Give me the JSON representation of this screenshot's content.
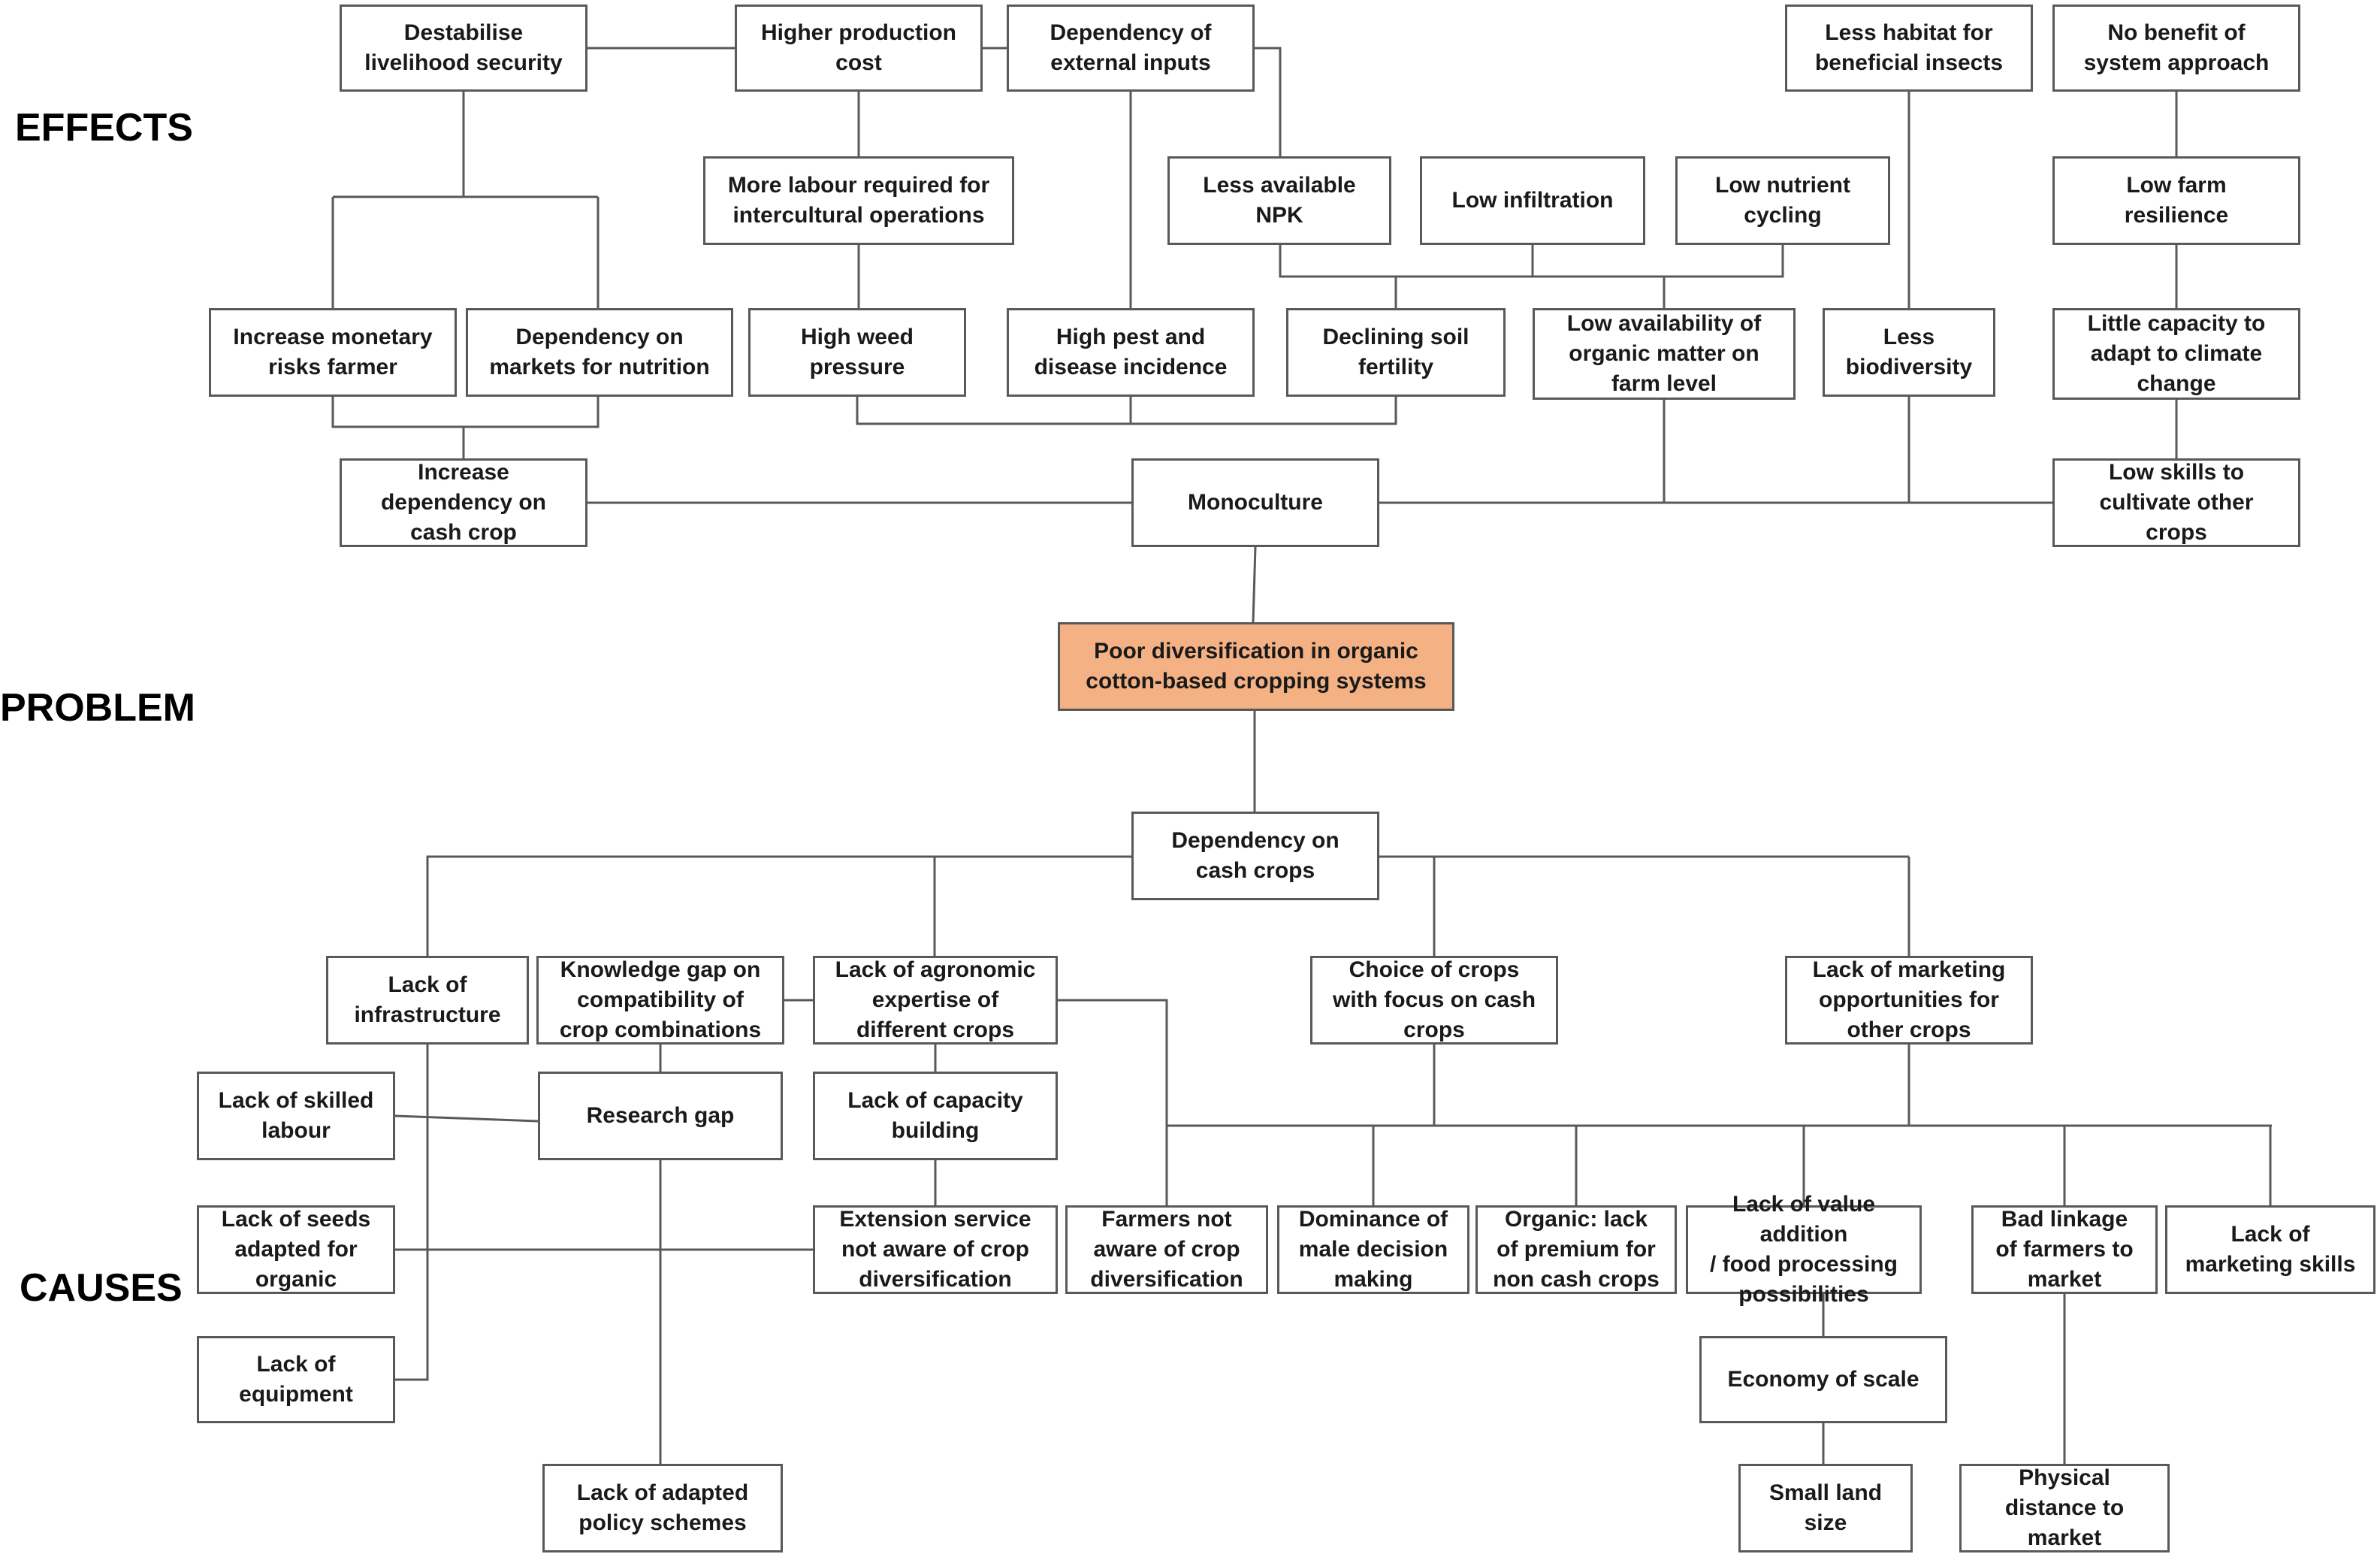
{
  "sections": {
    "effects": "EFFECTS",
    "problem": "PROBLEM",
    "causes": "CAUSES"
  },
  "colors": {
    "core_fill": "#f4b183",
    "box_border": "#595959",
    "line": "#595959"
  },
  "nodes": {
    "destabilise": "Destabilise\nlivelihood security",
    "higher_cost": "Higher production\ncost",
    "dep_external": "Dependency of\nexternal inputs",
    "less_habitat": "Less habitat for\nbeneficial insects",
    "no_benefit": "No benefit of\nsystem approach",
    "more_labour": "More labour required for\nintercultural operations",
    "less_npk": "Less available\nNPK",
    "low_infiltration": "Low infiltration",
    "low_nutrient": "Low nutrient\ncycling",
    "low_resilience": "Low farm\nresilience",
    "inc_monetary": "Increase monetary\nrisks farmer",
    "dep_markets": "Dependency on\nmarkets for nutrition",
    "high_weed": "High weed\npressure",
    "high_pest": "High pest and\ndisease incidence",
    "declining_soil": "Declining soil\nfertility",
    "low_organic": "Low availability of\norganic matter on\nfarm level",
    "less_biodiversity": "Less\nbiodiversity",
    "little_capacity": "Little capacity to\nadapt to climate\nchange",
    "inc_dep_cash": "Increase\ndependency on\ncash crop",
    "monoculture": "Monoculture",
    "low_skills": "Low skills to\ncultivate other\ncrops",
    "problem": "Poor diversification in organic\ncotton-based cropping systems",
    "dep_cash_crops": "Dependency on\ncash crops",
    "lack_infra": "Lack of\ninfrastructure",
    "knowledge_gap": "Knowledge gap on\ncompatibility of\ncrop combinations",
    "lack_agronomic": "Lack of agronomic\nexpertise of\ndifferent crops",
    "choice_crops": "Choice of crops\nwith focus on cash\ncrops",
    "lack_marketing_opp": "Lack of marketing\nopportunities for\nother crops",
    "lack_skilled": "Lack of skilled\nlabour",
    "research_gap": "Research gap",
    "lack_capacity": "Lack of capacity\nbuilding",
    "lack_seeds": "Lack of seeds\nadapted for\norganic",
    "extension": "Extension service\nnot aware of crop\ndiversification",
    "farmers_not_aware": "Farmers not\naware of crop\ndiversification",
    "dominance_male": "Dominance of\nmale decision\nmaking",
    "organic_premium": "Organic: lack\nof premium for\nnon cash crops",
    "lack_value": "Lack of value addition\n/ food processing\npossibilities",
    "bad_linkage": "Bad linkage\nof farmers to\nmarket",
    "lack_mkt_skills": "Lack of\nmarketing skills",
    "lack_equipment": "Lack of\nequipment",
    "economy_scale": "Economy of scale",
    "lack_policy": "Lack of adapted\npolicy schemes",
    "small_land": "Small land\nsize",
    "physical_distance": "Physical\ndistance to\nmarket"
  }
}
